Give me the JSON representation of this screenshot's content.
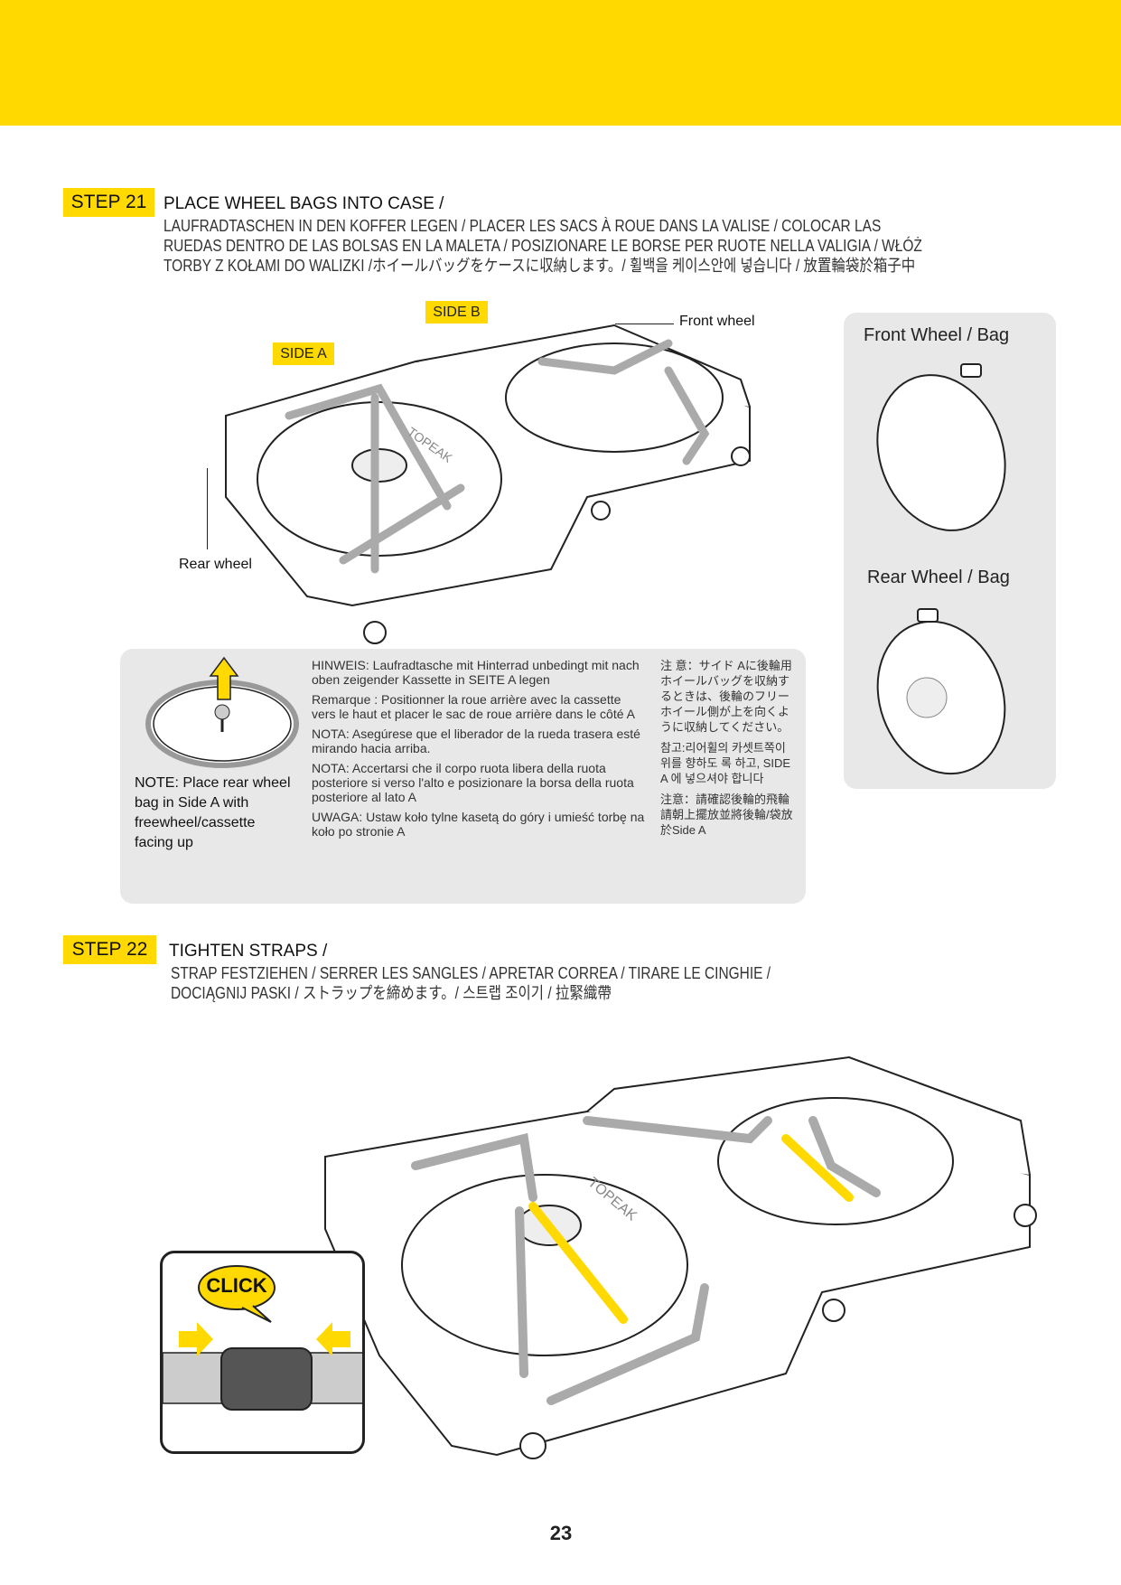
{
  "colors": {
    "accent": "#ffd900",
    "panel": "#e8e8e8"
  },
  "step21": {
    "badge": "STEP 21",
    "title": "PLACE WHEEL BAGS INTO CASE /",
    "subtitle_lines": [
      "LAUFRADTASCHEN IN DEN KOFFER LEGEN / PLACER LES SACS À ROUE DANS LA VALISE / COLOCAR LAS",
      "RUEDAS DENTRO DE LAS BOLSAS EN LA MALETA / POSIZIONARE LE BORSE PER RUOTE NELLA VALIGIA / WŁÓŻ",
      "TORBY Z KOŁAMI DO WALIZKI /ホイールバッグをケースに収納します。/ 휠백을 케이스안에 넣습니다 / 放置輪袋於箱子中"
    ],
    "side_a": "SIDE A",
    "side_b": "SIDE B",
    "front_wheel": "Front wheel",
    "rear_wheel": "Rear wheel",
    "logo_text": "TOPEAK",
    "bags": {
      "front": "Front Wheel / Bag",
      "rear": "Rear Wheel / Bag"
    },
    "note": {
      "english": "NOTE: Place rear wheel bag in Side A with freewheel/cassette facing up",
      "paragraphs": [
        "HINWEIS: Laufradtasche mit Hinterrad unbedingt mit nach oben zeigender Kassette in SEITE A legen",
        "Remarque : Positionner la roue arrière avec la cassette vers le haut et placer le sac de roue arrière dans le côté A",
        "NOTA: Asegúrese que el liberador de la rueda trasera esté mirando hacia arriba.",
        "NOTA: Accertarsi che il corpo ruota libera della ruota posteriore si verso l'alto e posizionare la borsa della ruota posteriore al lato A",
        "UWAGA: Ustaw koło tylne kasetą do góry i umieść torbę na koło po stronie A"
      ],
      "cjk": [
        "注 意：サイド Aに後輪用ホイールバッグを収納するときは、後輪のフリーホイール側が上を向くように収納してください。",
        "참고:리어휠의 카셋트쪽이 위를 향하도 록 하고, SIDE A 에 넣으셔야 합니다",
        "注意：請確認後輪的飛輪請朝上擺放並將後輪/袋放於Side A"
      ]
    }
  },
  "step22": {
    "badge": "STEP 22",
    "title": "TIGHTEN STRAPS /",
    "subtitle_lines": [
      "STRAP FESTZIEHEN / SERRER LES SANGLES / APRETAR CORREA / TIRARE LE CINGHIE /",
      "DOCIĄGNIJ PASKI / ストラップを締めます。/ 스트랩 조이기 / 拉緊織帶"
    ],
    "click": "CLICK"
  },
  "page_number": "23"
}
